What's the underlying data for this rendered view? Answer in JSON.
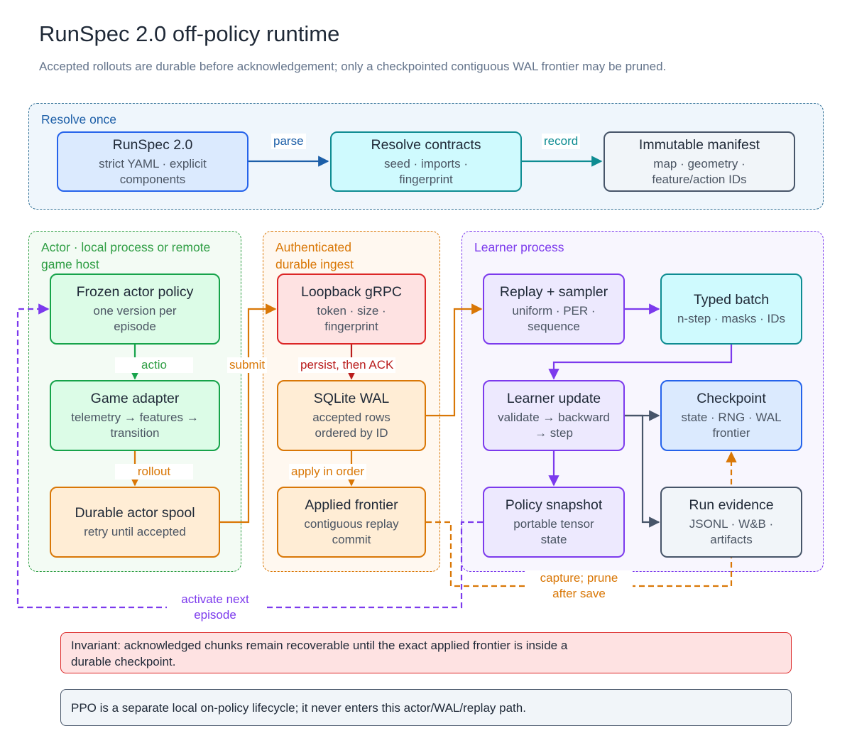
{
  "title": "RunSpec 2.0 off-policy runtime",
  "subtitle": "Accepted rollouts are durable before acknowledgement; only a checkpointed contiguous WAL frontier may be pruned.",
  "groups": {
    "resolve": "Resolve once",
    "actor": "Actor · local process or remote game host",
    "ingest": "Authenticated durable ingest",
    "learner": "Learner process"
  },
  "nodes": {
    "runspec": {
      "title": "RunSpec 2.0",
      "sub": "strict YAML · explicit components"
    },
    "contracts": {
      "title": "Resolve contracts",
      "sub": "seed · imports · fingerprint"
    },
    "manifest": {
      "title": "Immutable manifest",
      "sub": "map · geometry · feature/action IDs"
    },
    "frozen": {
      "title": "Frozen actor policy",
      "sub": "one version per episode"
    },
    "adapter": {
      "title": "Game adapter",
      "sub": "telemetry → features → transition"
    },
    "spool": {
      "title": "Durable actor spool",
      "sub": "retry until accepted"
    },
    "grpc": {
      "title": "Loopback gRPC",
      "sub": "token · size · fingerprint"
    },
    "wal": {
      "title": "SQLite WAL",
      "sub": "accepted rows ordered by ID"
    },
    "frontier": {
      "title": "Applied frontier",
      "sub": "contiguous replay commit"
    },
    "replay": {
      "title": "Replay + sampler",
      "sub": "uniform · PER · sequence"
    },
    "batch": {
      "title": "Typed batch",
      "sub": "n-step · masks · IDs"
    },
    "update": {
      "title": "Learner update",
      "sub": "validate → backward → step"
    },
    "checkpoint": {
      "title": "Checkpoint",
      "sub": "state · RNG · WAL frontier"
    },
    "snapshot": {
      "title": "Policy snapshot",
      "sub": "portable tensor state"
    },
    "evidence": {
      "title": "Run evidence",
      "sub": "JSONL · W&B · artifacts"
    }
  },
  "edges": {
    "parse": "parse",
    "record": "record",
    "action": "actio",
    "submit": "submit",
    "persist": "persist, then ACK",
    "rollout": "rollout",
    "apply": "apply in order",
    "capture_1": "capture; prune",
    "capture_2": "after save",
    "activate_1": "activate next",
    "activate_2": "episode"
  },
  "notes": {
    "invariant": "Invariant: acknowledged chunks remain recoverable until the exact applied frontier is inside a durable checkpoint.",
    "ppo": "PPO is a separate local on-policy lifecycle; it never enters this actor/WAL/replay path."
  },
  "colors": {
    "blue": "#2563eb",
    "teal": "#0e8c92",
    "green": "#16a34a",
    "orange": "#d97706",
    "red": "#b91c1c",
    "purple": "#7c3aed",
    "slate": "#475569"
  }
}
